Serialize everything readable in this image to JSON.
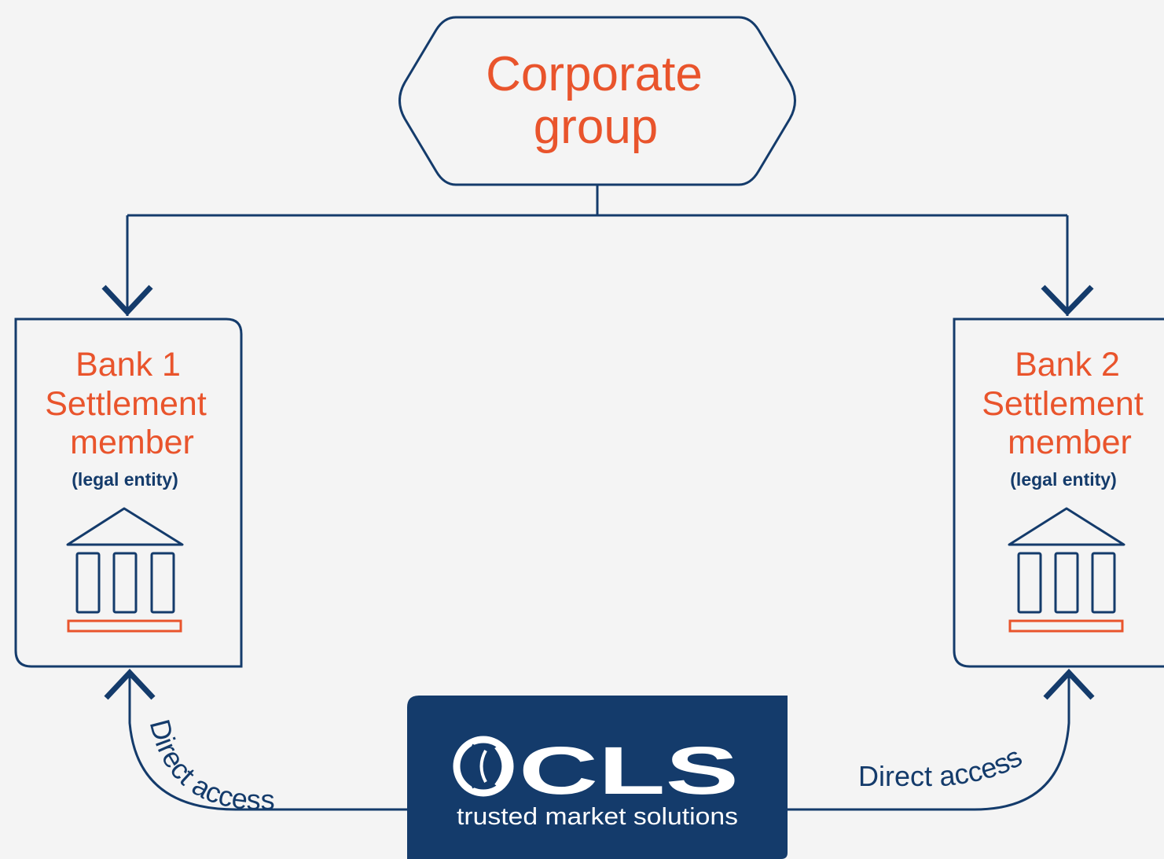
{
  "colors": {
    "background": "#f4f4f4",
    "navy": "#143b6b",
    "orange": "#e9542c",
    "white": "#ffffff"
  },
  "corporate": {
    "line1": "Corporate",
    "line2": "group"
  },
  "bank1": {
    "line1": "Bank 1",
    "line2": "Settlement",
    "line3": "member",
    "subtitle": "(legal entity)",
    "icon": "bank-building-icon"
  },
  "bank2": {
    "line1": "Bank 2",
    "line2": "Settlement",
    "line3": "member",
    "subtitle": "(legal entity)",
    "icon": "bank-building-icon"
  },
  "cls": {
    "logo_text": "CLS",
    "tagline": "trusted market solutions"
  },
  "connections": {
    "left_label": "Direct access",
    "right_label": "Direct access"
  }
}
